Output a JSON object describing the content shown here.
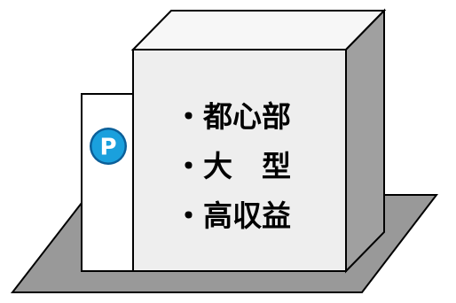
{
  "diagram": {
    "parking_sign_label": "P",
    "building_features": [
      "・都心部",
      "・大　型",
      "・高収益"
    ]
  },
  "colors": {
    "ground": "#999999",
    "building_front": "#eeeeee",
    "building_top": "#f7f7f7",
    "building_side": "#a0a0a0",
    "outline": "#000000",
    "parking_blue": "#1aa0dd",
    "parking_ring": "#0b5f99"
  },
  "icons": [
    "parking-icon"
  ]
}
